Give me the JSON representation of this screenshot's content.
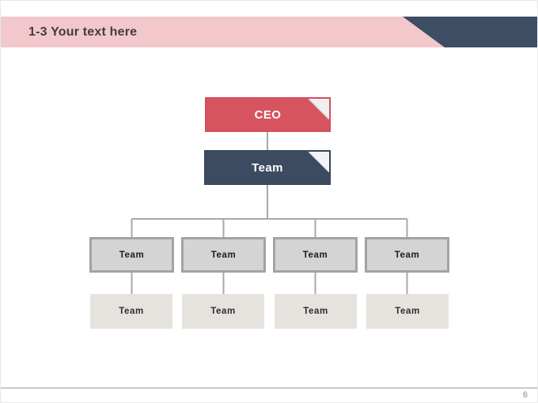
{
  "header": {
    "title": "1-3 Your text here"
  },
  "org_chart": {
    "root": {
      "label": "CEO"
    },
    "manager": {
      "label": "Team"
    },
    "mid_row": [
      {
        "label": "Team"
      },
      {
        "label": "Team"
      },
      {
        "label": "Team"
      },
      {
        "label": "Team"
      }
    ],
    "bottom_row": [
      {
        "label": "Team"
      },
      {
        "label": "Team"
      },
      {
        "label": "Team"
      },
      {
        "label": "Team"
      }
    ]
  },
  "footer": {
    "page_number": "6"
  },
  "colors": {
    "header_bar": "#f2c8cc",
    "header_accent": "#3d4d63",
    "root_box": "#d6545f",
    "manager_box": "#3c4b60",
    "mid_box_fill": "#d4d4d4",
    "mid_box_border": "#a3a3a3",
    "bottom_box_fill": "#e6e2dd",
    "connector": "#a8a8a8",
    "footer_line": "#cacaca"
  }
}
